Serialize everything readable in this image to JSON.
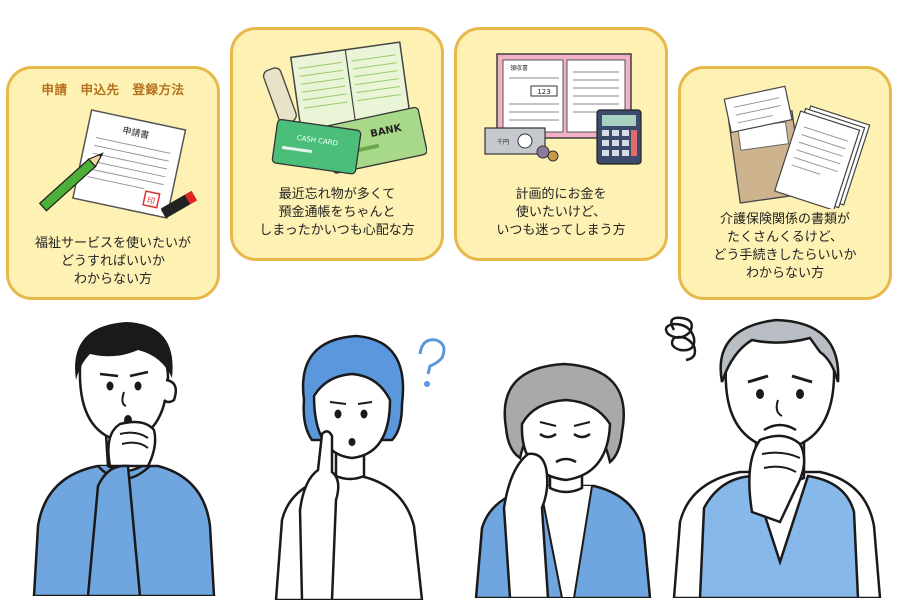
{
  "cards": [
    {
      "title": "申請　申込先　登録方法",
      "lines": [
        "福祉サービスを使いたいが",
        "どうすればいいか",
        "わからない方"
      ],
      "document_label": "申請書",
      "stamp_label": "印"
    },
    {
      "lines": [
        "最近忘れ物が多くて",
        "預金通帳をちゃんと",
        "しまったかいつも心配な方"
      ],
      "card_label_cash": "CASH CARD",
      "card_label_bank": "BANK"
    },
    {
      "lines": [
        "計画的にお金を",
        "使いたいけど、",
        "いつも迷ってしまう方"
      ],
      "receipt_label": "領収書",
      "receipt_number": "123",
      "bill_label": "千円"
    },
    {
      "lines": [
        "介護保険関係の書類が",
        "たくさんくるけど、",
        "どう手続きしたらいいか",
        "わからない方"
      ]
    }
  ],
  "colors": {
    "card_fill": "#fdf2b4",
    "card_border": "#e9b84a",
    "shirt_blue": "#6fa6e0",
    "hair_dark": "#1a1a1a",
    "hair_blue": "#5a97dc",
    "hair_gray": "#a9a9a9",
    "vest_blue": "#86b8ea"
  }
}
